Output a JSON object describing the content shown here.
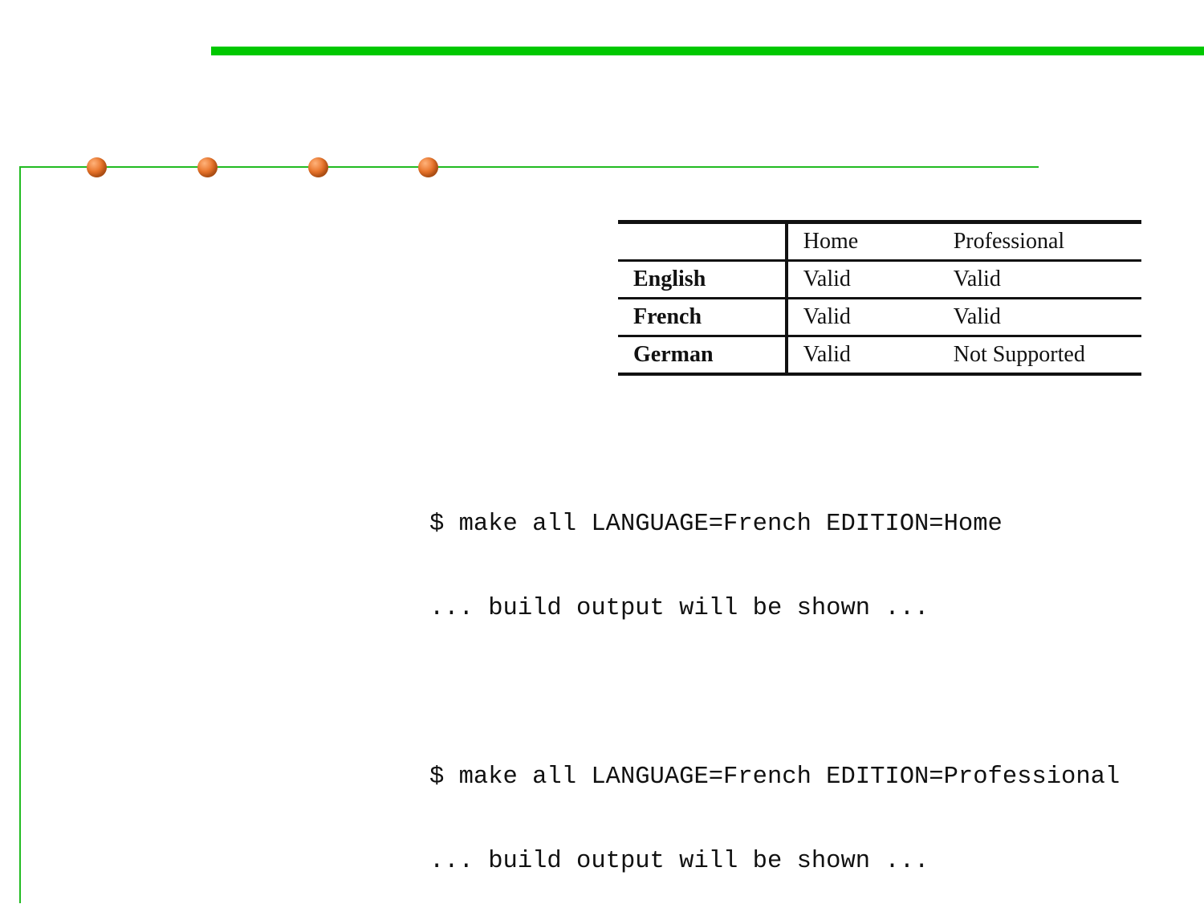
{
  "colors": {
    "accent_green": "#00c800",
    "rule_green": "#22bb22",
    "bullet_orange": "#e8742a",
    "text": "#111111"
  },
  "decorations": {
    "bullet_count": 4,
    "bullet_icon": "orange-sphere-icon"
  },
  "table": {
    "headers": [
      "",
      "Home",
      "Professional"
    ],
    "rows": [
      {
        "language": "English",
        "home": "Valid",
        "professional": "Valid"
      },
      {
        "language": "French",
        "home": "Valid",
        "professional": "Valid"
      },
      {
        "language": "German",
        "home": "Valid",
        "professional": "Not Supported"
      }
    ]
  },
  "code": {
    "lines": [
      "$ make all LANGUAGE=French EDITION=Home",
      "... build output will be shown ...",
      "",
      "$ make all LANGUAGE=French EDITION=Professional",
      "... build output will be shown ..."
    ]
  }
}
